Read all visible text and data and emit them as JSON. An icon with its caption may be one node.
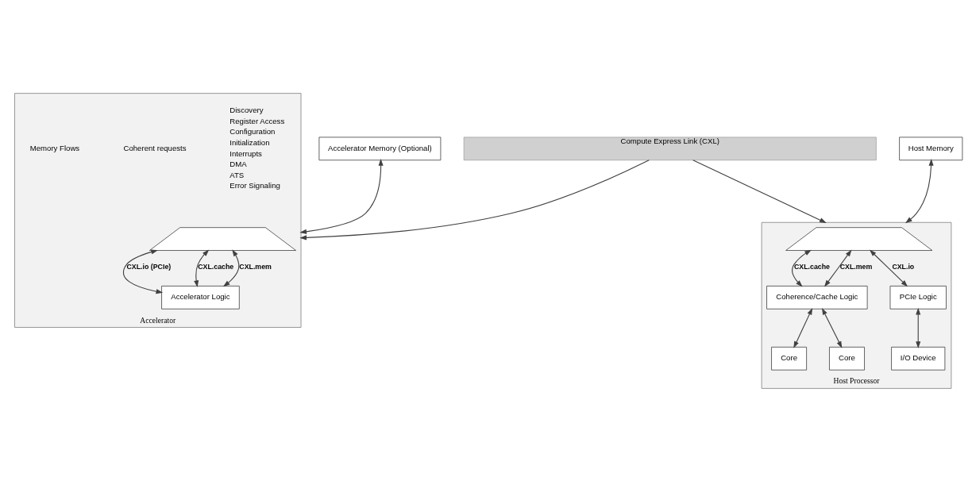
{
  "diagram": {
    "nodes": [
      {
        "text": [
          "Compute Express Link (CXL)"
        ]
      },
      {
        "text": [
          "Accelerator"
        ]
      },
      {
        "text": [],
        "shape": "trapezoid",
        "in": 1
      },
      {
        "text": [
          "Accelerator Logic"
        ],
        "in": 1
      },
      {
        "text": [
          "Accelerator Memory (Optional)"
        ]
      },
      {
        "text": [
          "Host Memory"
        ]
      },
      {
        "text": [
          "Host Processor"
        ]
      },
      {
        "text": [],
        "shape": "trapezoid",
        "in": 6
      },
      {
        "text": [
          "Coherence/Cache Logic"
        ],
        "in": 6
      },
      {
        "text": [
          "PCIe Logic"
        ],
        "in": 6
      },
      {
        "text": [
          "Core"
        ],
        "in": 6
      },
      {
        "text": [
          "Core"
        ],
        "in": 6
      },
      {
        "text": [
          "I/O Device"
        ],
        "in": 6
      }
    ],
    "edges": [
      {
        "from": 0,
        "to": 1,
        "arrow": "to"
      },
      {
        "from": 0,
        "to": 6,
        "arrow": "to"
      },
      {
        "from": 2,
        "to": 3,
        "arrow": "both",
        "label": "CXL.io (PCIe)"
      },
      {
        "from": 2,
        "to": 3,
        "arrow": "both",
        "label": "CXL.cache"
      },
      {
        "from": 2,
        "to": 3,
        "arrow": "both",
        "label": "CXL.mem"
      },
      {
        "from": 4,
        "to": 1,
        "arrow": "both"
      },
      {
        "from": 5,
        "to": 6,
        "arrow": "both"
      },
      {
        "from": 7,
        "to": 8,
        "arrow": "both",
        "label": "CXL.cache"
      },
      {
        "from": 7,
        "to": 8,
        "arrow": "both",
        "label": "CXL.mem"
      },
      {
        "from": 7,
        "to": 9,
        "arrow": "both",
        "label": "CXL.io"
      },
      {
        "from": 8,
        "to": 10,
        "arrow": "both"
      },
      {
        "from": 8,
        "to": 11,
        "arrow": "both"
      },
      {
        "from": 9,
        "to": 12,
        "arrow": "both"
      }
    ],
    "labels": [
      "Discovery",
      "Register Access",
      "Configuration",
      "Initialization",
      "Interrupts",
      "DMA",
      "ATS",
      "Error Signaling",
      "Coherent requests",
      "Memory Flows"
    ]
  }
}
